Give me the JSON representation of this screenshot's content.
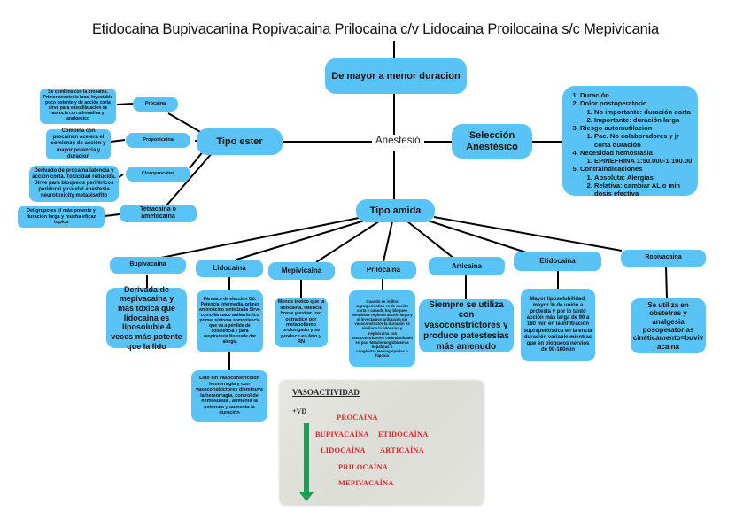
{
  "title": "Etidocaina Bupivacanina Ropivacaina  Prilocaina c/v Lidocaina Proilocaina s/c Mepivicania",
  "center": {
    "label": "Anestesió",
    "duration_node": "De mayor a menor duracion",
    "selection_node": "Selección Anestésico"
  },
  "selection_criteria": [
    {
      "label": "Duración",
      "sub": []
    },
    {
      "label": "Dolor postoperatorio",
      "sub": [
        "No importante: duración  corta",
        "Importante: duración larga"
      ]
    },
    {
      "label": "Riesgo automutilacion",
      "sub": [
        "Pac. No colaboradores y jr corta duración"
      ]
    },
    {
      "label": "Necesidad hemostasia",
      "sub": [
        "EPINEFRINA 1:50.000-1:100.00"
      ]
    },
    {
      "label": "Contraindicaciones",
      "sub": [
        "Absoluta: Alergias",
        "Relativa: cambiar AL o min dosis efectiva"
      ]
    }
  ],
  "ester": {
    "label": "Tipo ester",
    "items": [
      {
        "name": "Procaina",
        "note": "Se combina con la procaina. Primer anestesic local inyectable poco potente y de acción corta sirve para vasodilatacion se ascocia con adrenalina y analgesico"
      },
      {
        "name": "Proposicaina",
        "note": "Combina con procainan acelera el comienzo de acción y mayor potencia y duracion"
      },
      {
        "name": "Cloroprocaina",
        "note": "Derivado de procaina latencia y acción corta. Toxicidad reducida. Sirve para bloqueos periféricos peridural y caudal anestesia neurotoxicity metabisufito"
      },
      {
        "name": "Tetracaina o ametocaina",
        "note": "Del grupo es el más potente y duración larga y mucha eficaz topica"
      }
    ]
  },
  "amida": {
    "label": "Tipo amida",
    "items": [
      {
        "name": "Bupivacaina",
        "note": "Derivada de mepivacaina y más tóxica que lidocaina es liposoluble 4 veces más potente que la lido"
      },
      {
        "name": "Lidocaina",
        "note": "Fármaco de elección Od. Potencia intermedia, primer aminoácido sintetizada Sirve como fármaco antiarrítmico primer síntoma somnolencia que va a pérdida de conciencia y para respiratoria No suele dar alergia",
        "note2": "Lido sin vasoconstricción hemorragia y con vasoconstrictores disminuye la hemorragia, control de hemostasia , aumenta la potencia y aumenta la duración"
      },
      {
        "name": "Mepivicaina",
        "note": "Menos tóxico que la lidocaina, latencia breve y evitar uso ostra tico por metabolismo prolongado y se produce en feto y RN"
      },
      {
        "name": "Prilocaina",
        "note": "Cuando se infiltra supraperiostica es de acción corta y cuando hay bloqueo nerviosos regional acción larga y si inyectamos prilocaina sin vasoconstrictor la duración es similar a la lidocaina y mepivicaína con vasoconstrictores contraindicado en pac. Metahemoglobinemia hepaticas o congénitas,Hemoglopatias o hipoxia"
      },
      {
        "name": "Articaina",
        "note": "Siempre se utiliza con vasoconstrictores y produce patestesias más amenudo"
      },
      {
        "name": "Etidocaina",
        "note": "Mayor liposolubilidad, mayor % de unión a protesta y por lo tanto acción más larga de 90 a 180 min en la infiltración supraperiostica en la encía duración variable mientras que en bloqueos nervios de 90-180min"
      },
      {
        "name": "Ropivacaina",
        "note": "Se utiliza en obstetras y analgesia posoperatorias cinéticamento=buviv acaina"
      }
    ]
  },
  "vasoactividad": {
    "heading": "VASOACTIVIDAD",
    "top_label": "+VD",
    "rows": [
      [
        "PROCAÍNA"
      ],
      [
        "BUPIVACAÍNA",
        "ETIDOCAÍNA"
      ],
      [
        "LIDOCAÍNA",
        "ARTICAÍNA"
      ],
      [
        "PRILOCAÍNA"
      ],
      [
        "MEPIVACAÍNA"
      ]
    ]
  },
  "colors": {
    "node": "#5ac3f5",
    "line": "#000000",
    "red_text": "#d42a2a",
    "arrow": "#1f9d55"
  }
}
